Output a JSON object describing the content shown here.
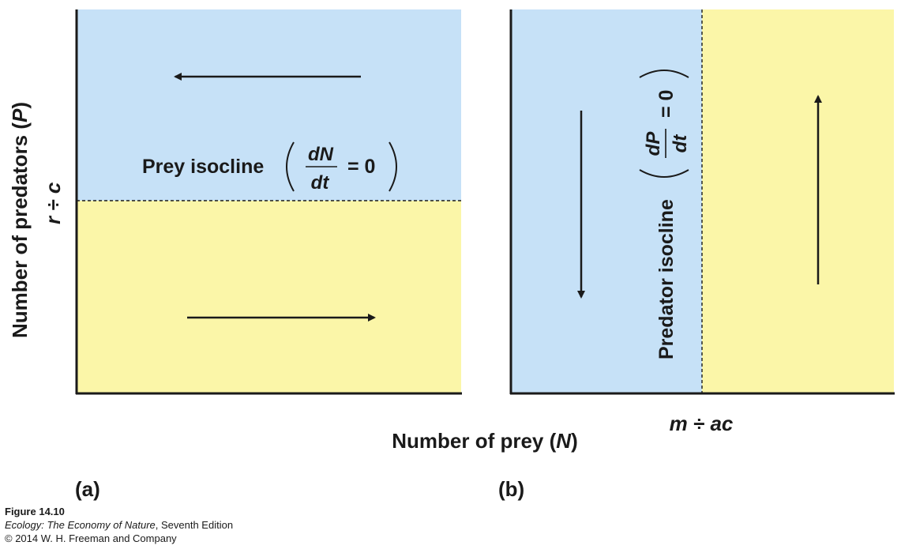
{
  "colors": {
    "blue_region": "#c6e1f7",
    "yellow_region": "#fbf6a8",
    "ink": "#1a1a1a"
  },
  "shared": {
    "y_axis_label_prefix": "Number of predators (",
    "y_axis_symbol": "P",
    "y_axis_label_suffix": ")",
    "x_axis_label_prefix": "Number of prey (",
    "x_axis_symbol": "N",
    "x_axis_label_suffix": ")"
  },
  "panel_a": {
    "label": "(a)",
    "threshold_label": "r ÷ c",
    "isocline_label": "Prey isocline",
    "derivative_numerator": "dN",
    "derivative_denominator": "dt",
    "equals_zero": "= 0",
    "arrows": [
      "left (upper region)",
      "right (lower region)"
    ]
  },
  "panel_b": {
    "label": "(b)",
    "threshold_label": "m ÷ ac",
    "isocline_label": "Predator isocline",
    "derivative_numerator": "dP",
    "derivative_denominator": "dt",
    "equals_zero": "= 0",
    "arrows": [
      "down (left region)",
      "up (right region)"
    ]
  },
  "caption": {
    "figure": "Figure 14.10",
    "book_title": "Ecology: The Economy of Nature",
    "edition": ", Seventh Edition",
    "copyright": "© 2014 W. H. Freeman and Company"
  }
}
